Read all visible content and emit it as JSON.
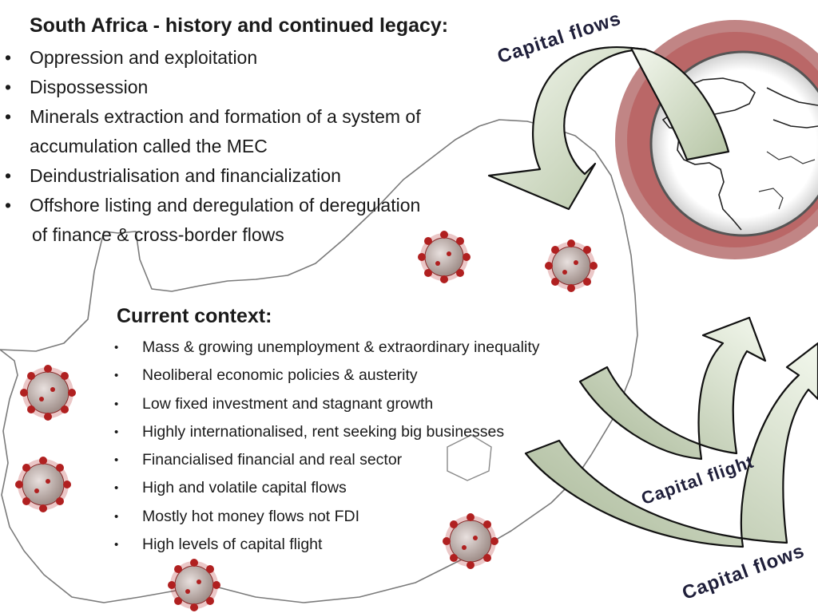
{
  "legacy": {
    "title": "South Africa - history and continued legacy:",
    "bullet_symbol": "•",
    "items": [
      {
        "text": "Oppression and exploitation",
        "cont": ""
      },
      {
        "text": "Dispossession",
        "cont": ""
      },
      {
        "text": "Minerals extraction and formation of a system of",
        "cont": "accumulation called the MEC"
      },
      {
        "text": "Deindustrialisation and financialization",
        "cont": ""
      },
      {
        "text": "Offshore listing and deregulation of deregulation",
        "cont": "of finance &  cross-border flows"
      }
    ]
  },
  "context": {
    "title": "Current context:",
    "bullet_symbol": "•",
    "items": [
      "Mass & growing unemployment & extraordinary inequality",
      "Neoliberal economic policies & austerity",
      "Low fixed investment and stagnant growth",
      "Highly internationalised, rent seeking big businesses",
      "Financialised financial and real sector",
      "High and volatile capital flows",
      "Mostly hot money flows not FDI",
      "High levels of capital flight"
    ]
  },
  "arrows": {
    "top_label": "Capital flows",
    "flight_label": "Capital flight",
    "bottom_label": "Capital flows"
  },
  "icons": {
    "globe": "globe-icon",
    "virus": "coronavirus-icon"
  },
  "colors": {
    "arrow_light": "#e6f0e0",
    "arrow_dark": "#b8c6a8",
    "arrow_outline": "#111111",
    "virus_body": "#b9aaa6",
    "virus_spike": "#b02020",
    "map_outline": "#7a7a7a",
    "text": "#1a1a1a"
  }
}
